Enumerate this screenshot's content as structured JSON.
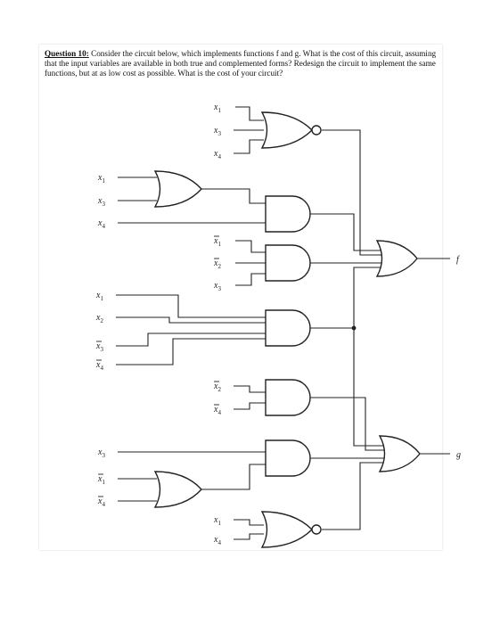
{
  "question": {
    "label": "Question 10:",
    "text": "Consider the circuit below, which implements functions f and g. What is the cost of this circuit, assuming that the input variables are available in both true and complemented forms? Redesign the circuit to implement the same functions, but at as low cost as possible. What is the cost of your circuit?"
  },
  "circuit": {
    "input_groups": [
      {
        "id": "nor-top",
        "labels": [
          {
            "var": "x",
            "sub": "1",
            "bar": false
          },
          {
            "var": "x",
            "sub": "3",
            "bar": false
          },
          {
            "var": "x",
            "sub": "4",
            "bar": false
          }
        ]
      },
      {
        "id": "or-top",
        "labels": [
          {
            "var": "x",
            "sub": "1",
            "bar": false
          },
          {
            "var": "x",
            "sub": "3",
            "bar": false
          },
          {
            "var": "x",
            "sub": "4",
            "bar": false
          }
        ]
      },
      {
        "id": "and-mid",
        "labels": [
          {
            "var": "x",
            "sub": "1",
            "bar": true
          },
          {
            "var": "x",
            "sub": "2",
            "bar": true
          },
          {
            "var": "x",
            "sub": "3",
            "bar": false
          }
        ]
      },
      {
        "id": "and-big",
        "labels": [
          {
            "var": "x",
            "sub": "1",
            "bar": false
          },
          {
            "var": "x",
            "sub": "2",
            "bar": false
          },
          {
            "var": "x",
            "sub": "3",
            "bar": true
          },
          {
            "var": "x",
            "sub": "4",
            "bar": true
          }
        ]
      },
      {
        "id": "and-low",
        "labels": [
          {
            "var": "x",
            "sub": "2",
            "bar": true
          },
          {
            "var": "x",
            "sub": "4",
            "bar": true
          }
        ]
      },
      {
        "id": "or-bottom",
        "labels": [
          {
            "var": "x",
            "sub": "3",
            "bar": false
          },
          {
            "var": "x",
            "sub": "1",
            "bar": true
          },
          {
            "var": "x",
            "sub": "4",
            "bar": true
          }
        ]
      },
      {
        "id": "nor-bottom",
        "labels": [
          {
            "var": "x",
            "sub": "1",
            "bar": false
          },
          {
            "var": "x",
            "sub": "4",
            "bar": false
          }
        ]
      }
    ],
    "outputs": [
      "f",
      "g"
    ]
  }
}
